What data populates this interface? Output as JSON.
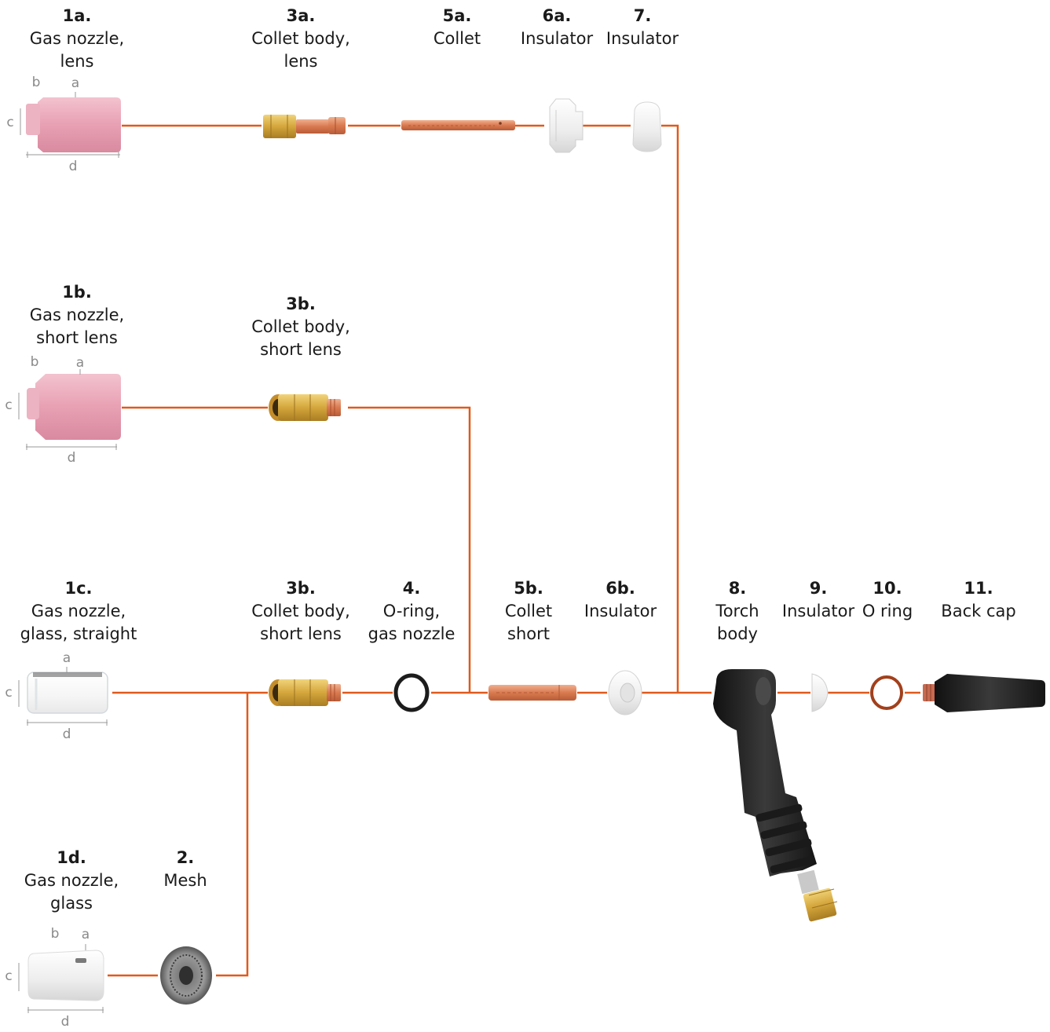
{
  "colors": {
    "connector": "#e05a1c",
    "ceramic_pink": "#e8a6b8",
    "copper": "#d9835e",
    "brass": "#d7b04e",
    "insulator_white": "#f2f2f2",
    "glass": "#e6ecef",
    "torch_black": "#222222",
    "dimension_gray": "#9a9a9a"
  },
  "parts": {
    "p1a": {
      "number": "1a.",
      "lines": [
        "Gas nozzle,",
        "lens"
      ]
    },
    "p3a": {
      "number": "3a.",
      "lines": [
        "Collet body,",
        "lens"
      ]
    },
    "p5a": {
      "number": "5a.",
      "lines": [
        "Collet"
      ]
    },
    "p6a": {
      "number": "6a.",
      "lines": [
        "Insulator"
      ]
    },
    "p7": {
      "number": "7.",
      "lines": [
        "Insulator"
      ]
    },
    "p1b": {
      "number": "1b.",
      "lines": [
        "Gas nozzle,",
        "short lens"
      ]
    },
    "p3b_upper": {
      "number": "3b.",
      "lines": [
        "Collet body,",
        "short lens"
      ]
    },
    "p1c": {
      "number": "1c.",
      "lines": [
        "Gas nozzle,",
        "glass, straight"
      ]
    },
    "p3b_lower": {
      "number": "3b.",
      "lines": [
        "Collet body,",
        "short lens"
      ]
    },
    "p4": {
      "number": "4.",
      "lines": [
        "O-ring,",
        "gas nozzle"
      ]
    },
    "p5b": {
      "number": "5b.",
      "lines": [
        "Collet",
        "short"
      ]
    },
    "p6b": {
      "number": "6b.",
      "lines": [
        "Insulator"
      ]
    },
    "p8": {
      "number": "8.",
      "lines": [
        "Torch",
        "body"
      ]
    },
    "p9": {
      "number": "9.",
      "lines": [
        "Insulator"
      ]
    },
    "p10": {
      "number": "10.",
      "lines": [
        "O ring"
      ]
    },
    "p11": {
      "number": "11.",
      "lines": [
        "Back cap"
      ]
    },
    "p1d": {
      "number": "1d.",
      "lines": [
        "Gas nozzle,",
        "glass"
      ]
    },
    "p2": {
      "number": "2.",
      "lines": [
        "Mesh"
      ]
    }
  },
  "dimension_letters": {
    "a": "a",
    "b": "b",
    "c": "c",
    "d": "d"
  }
}
